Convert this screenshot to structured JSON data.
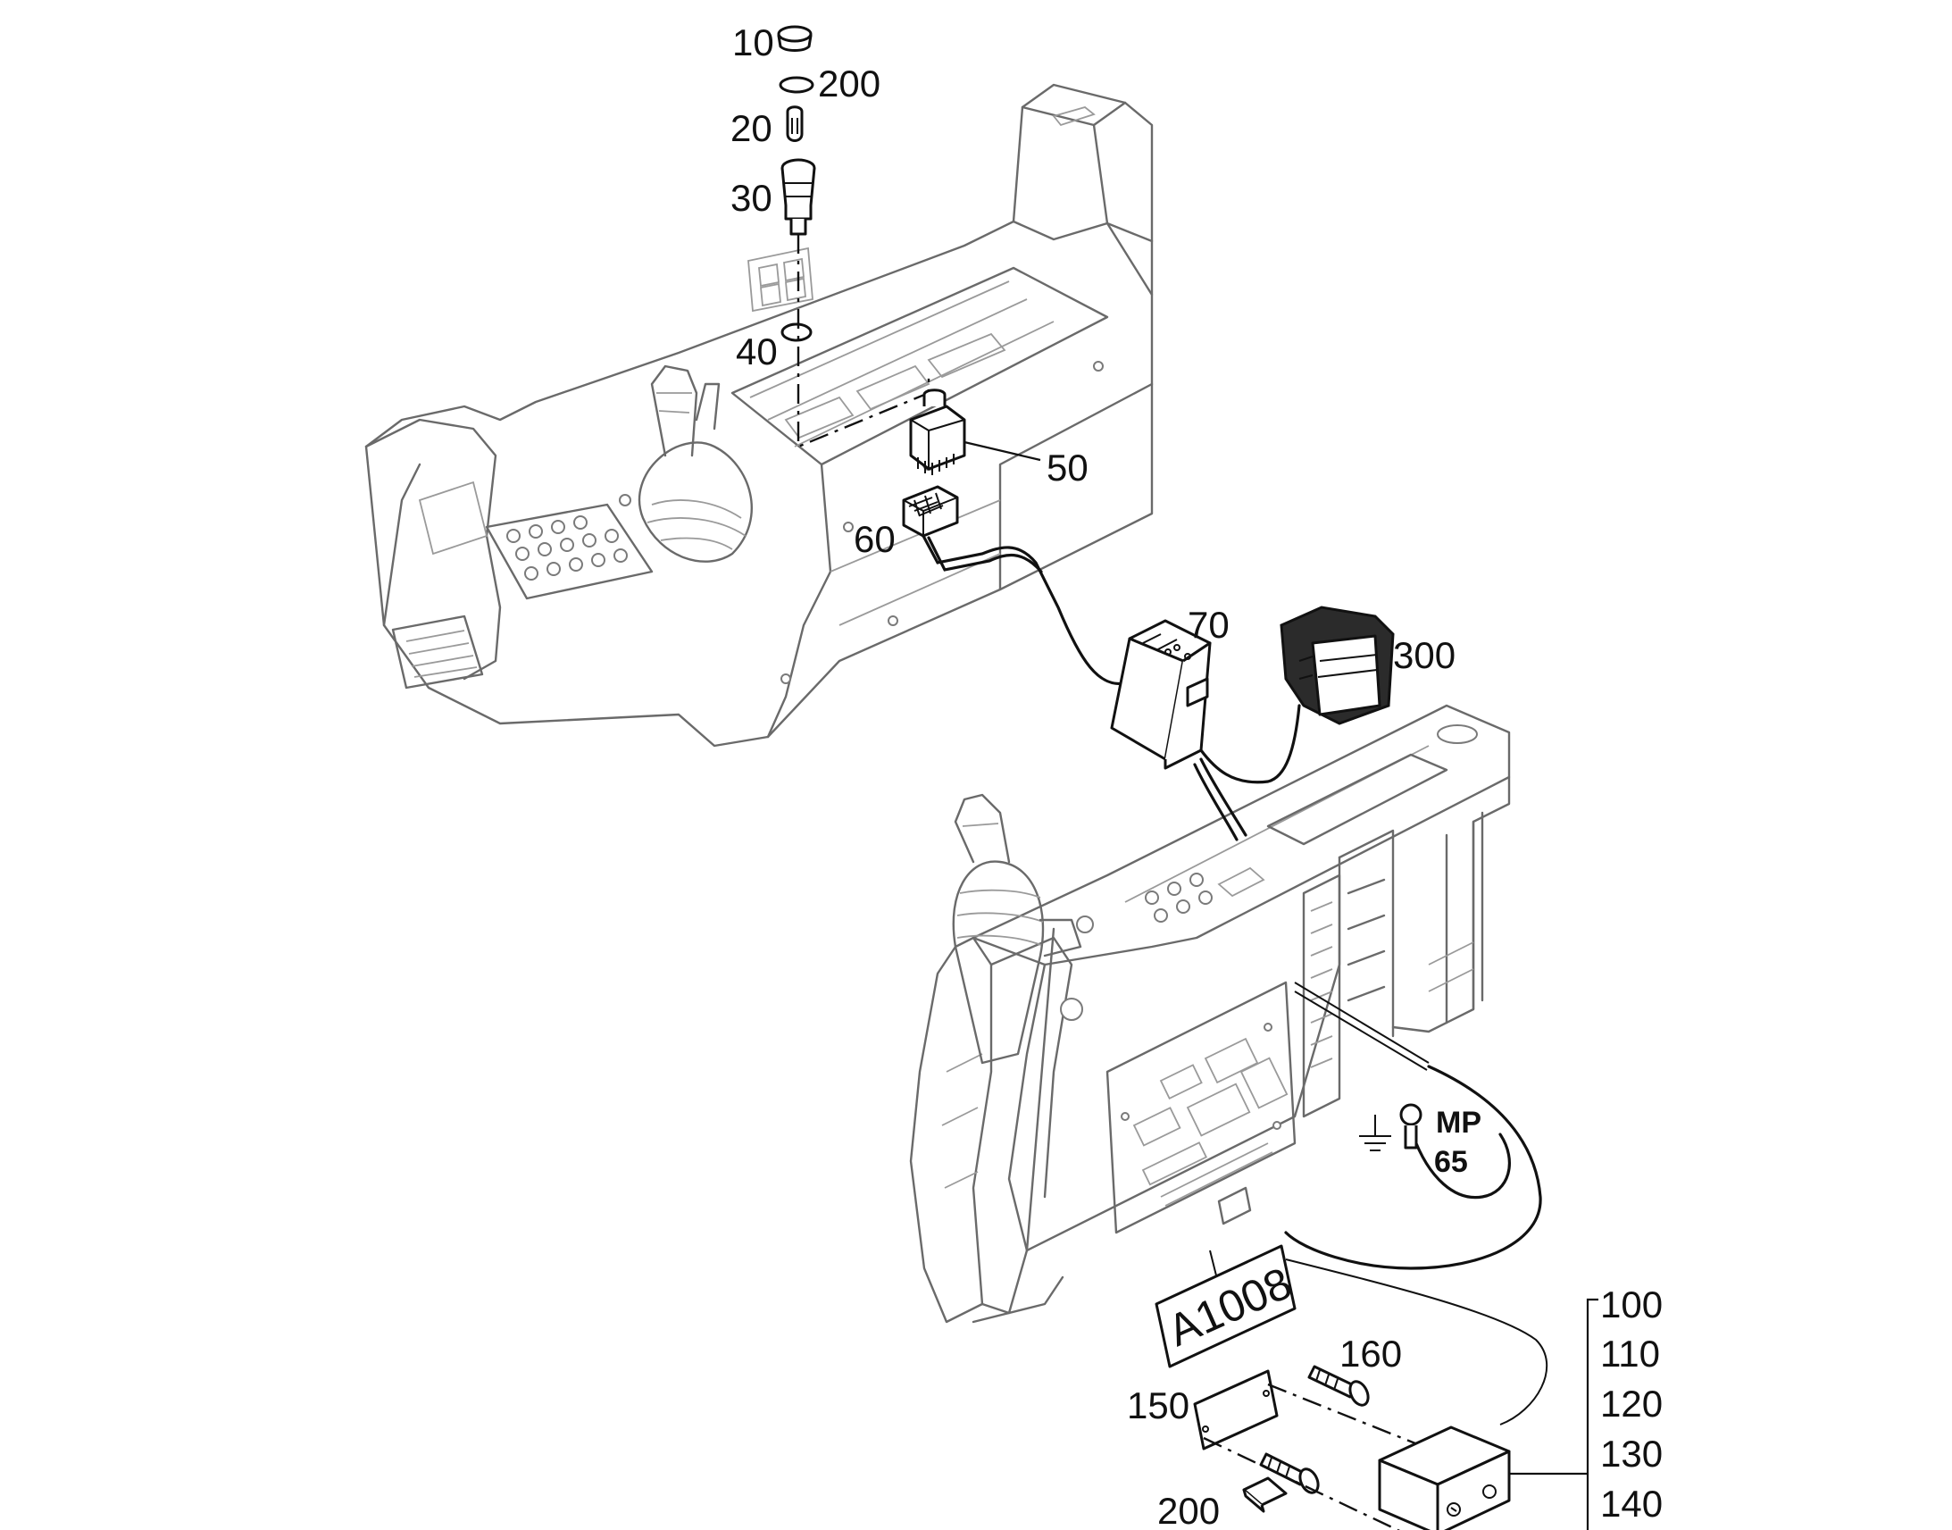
{
  "callouts": {
    "c10": "10",
    "c200a": "200",
    "c20": "20",
    "c30": "30",
    "c40": "40",
    "c50": "50",
    "c60": "60",
    "c70": "70",
    "c300": "300",
    "c160": "160",
    "c150": "150",
    "c200b": "200"
  },
  "ground_point": {
    "line1": "MP",
    "line2": "65"
  },
  "module_label": "A1008",
  "kit_items": [
    "100",
    "110",
    "120",
    "130",
    "140"
  ],
  "icons": [
    "ground-symbol-icon",
    "ring-terminal-icon"
  ]
}
